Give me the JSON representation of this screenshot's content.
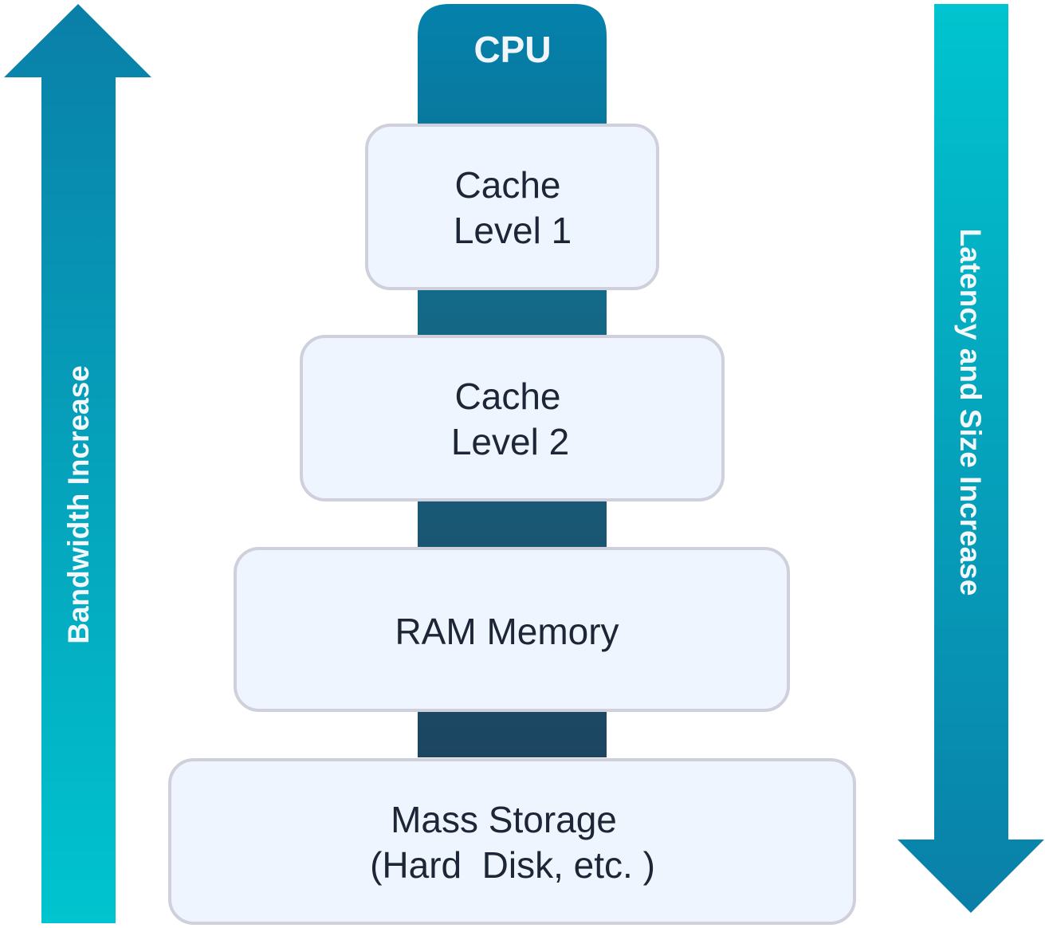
{
  "colors": {
    "arrow_dark": "#0a7fa8",
    "arrow_light": "#00c4cf",
    "cpu_top": "#0482ac",
    "cpu_bottom": "#1c4560",
    "box_fill": "#eff5fe",
    "box_stroke": "#cfd0dc",
    "text": "#1d2636"
  },
  "left_arrow": {
    "label": "Bandwidth Increase",
    "direction": "up"
  },
  "right_arrow": {
    "label": "Latency and Size Increase",
    "direction": "down"
  },
  "cpu": {
    "label": "CPU"
  },
  "levels": [
    {
      "lines": [
        "Cache",
        "Level 1"
      ]
    },
    {
      "lines": [
        "Cache",
        "Level 2"
      ]
    },
    {
      "lines": [
        "RAM Memory"
      ]
    },
    {
      "lines": [
        "Mass Storage",
        "(Hard  Disk, etc. )"
      ]
    }
  ]
}
